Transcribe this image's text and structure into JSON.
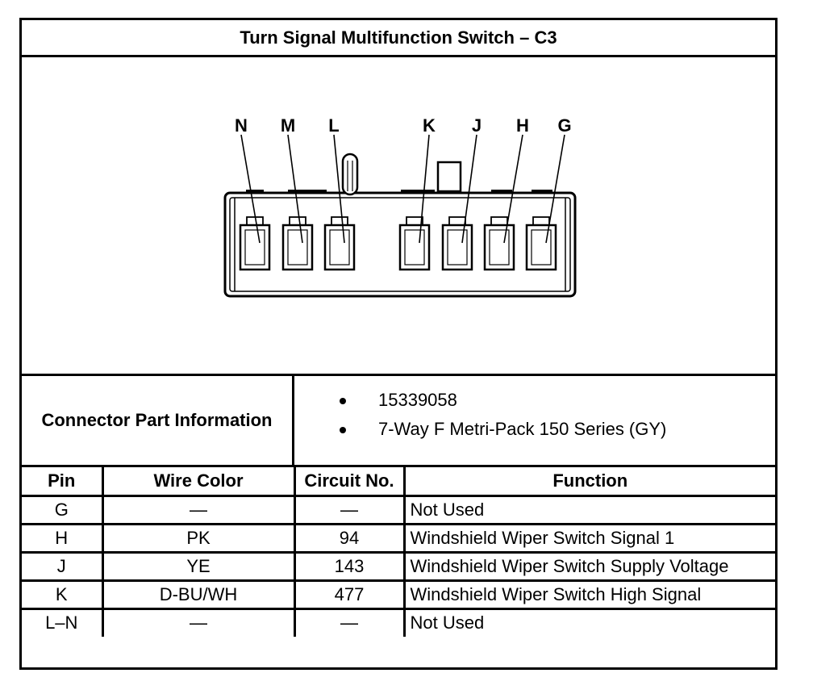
{
  "title": "Turn Signal Multifunction Switch – C3",
  "connector": {
    "pin_labels": [
      "N",
      "M",
      "L",
      "K",
      "J",
      "H",
      "G"
    ]
  },
  "part_info": {
    "label": "Connector Part Information",
    "items": [
      "15339058",
      "7-Way F Metri-Pack 150 Series (GY)"
    ]
  },
  "table": {
    "headers": {
      "pin": "Pin",
      "wire_color": "Wire Color",
      "circuit": "Circuit No.",
      "function": "Function"
    },
    "rows": [
      {
        "pin": "G",
        "wire_color": "—",
        "circuit": "—",
        "function": "Not Used"
      },
      {
        "pin": "H",
        "wire_color": "PK",
        "circuit": "94",
        "function": "Windshield Wiper Switch Signal 1"
      },
      {
        "pin": "J",
        "wire_color": "YE",
        "circuit": "143",
        "function": "Windshield Wiper Switch Supply Voltage"
      },
      {
        "pin": "K",
        "wire_color": "D-BU/WH",
        "circuit": "477",
        "function": "Windshield Wiper Switch High Signal"
      },
      {
        "pin": "L–N",
        "wire_color": "—",
        "circuit": "—",
        "function": "Not Used"
      }
    ]
  }
}
